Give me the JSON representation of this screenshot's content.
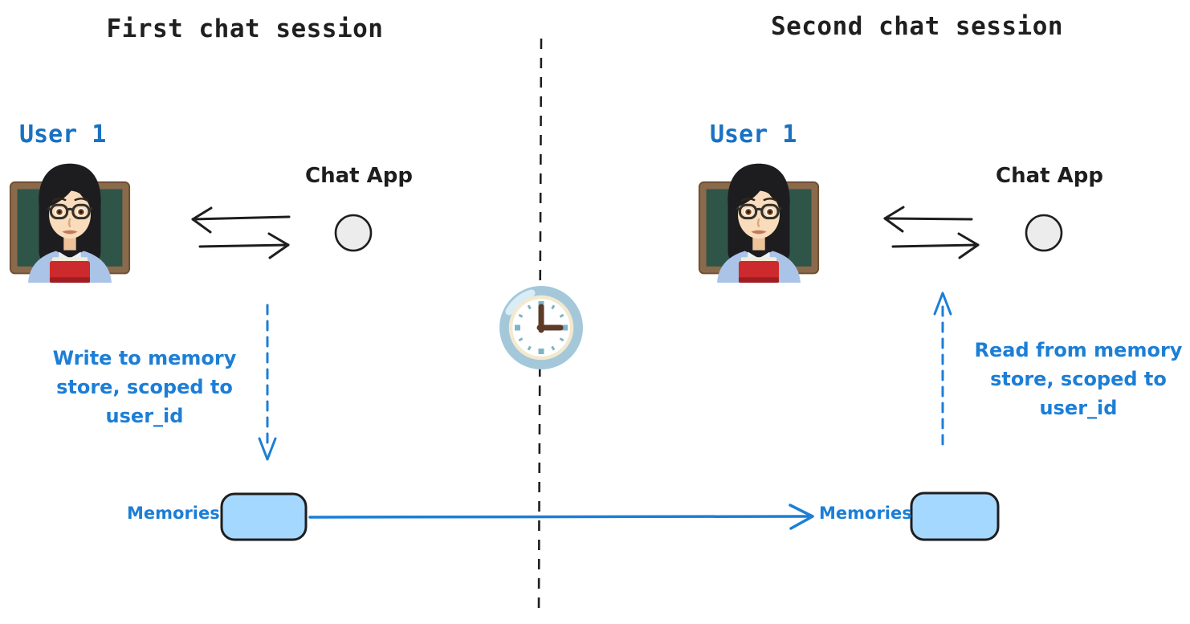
{
  "diagram": {
    "type": "flow-diagram",
    "sessions": [
      {
        "title": "First chat session",
        "user_label": "User 1",
        "avatar_icon": "woman-teacher-emoji",
        "app_label": "Chat App",
        "app_icon": "circle-node-icon",
        "note": "Write to memory\nstore, scoped to\nuser_id",
        "memory_arrow": "dashed-arrow-down",
        "memories_label": "Memories"
      },
      {
        "title": "Second chat session",
        "user_label": "User 1",
        "avatar_icon": "woman-teacher-emoji",
        "app_label": "Chat App",
        "app_icon": "circle-node-icon",
        "note": "Read from memory\nstore, scoped to\nuser_id",
        "memory_arrow": "dashed-arrow-up",
        "memories_label": "Memories"
      }
    ],
    "divider": {
      "style": "vertical-dashed-line",
      "clock_icon": "analog-clock-3-oclock"
    },
    "memory_transfer_arrow": "solid-blue-arrow-left-to-right",
    "colors": {
      "ink": "#1e1e1e",
      "accent_blue": "#1c7ed6",
      "user_label_blue": "#1971c2",
      "memory_box_fill": "#a5d8ff",
      "node_fill": "#ececec",
      "clock_rim": "#a4c8da"
    }
  }
}
